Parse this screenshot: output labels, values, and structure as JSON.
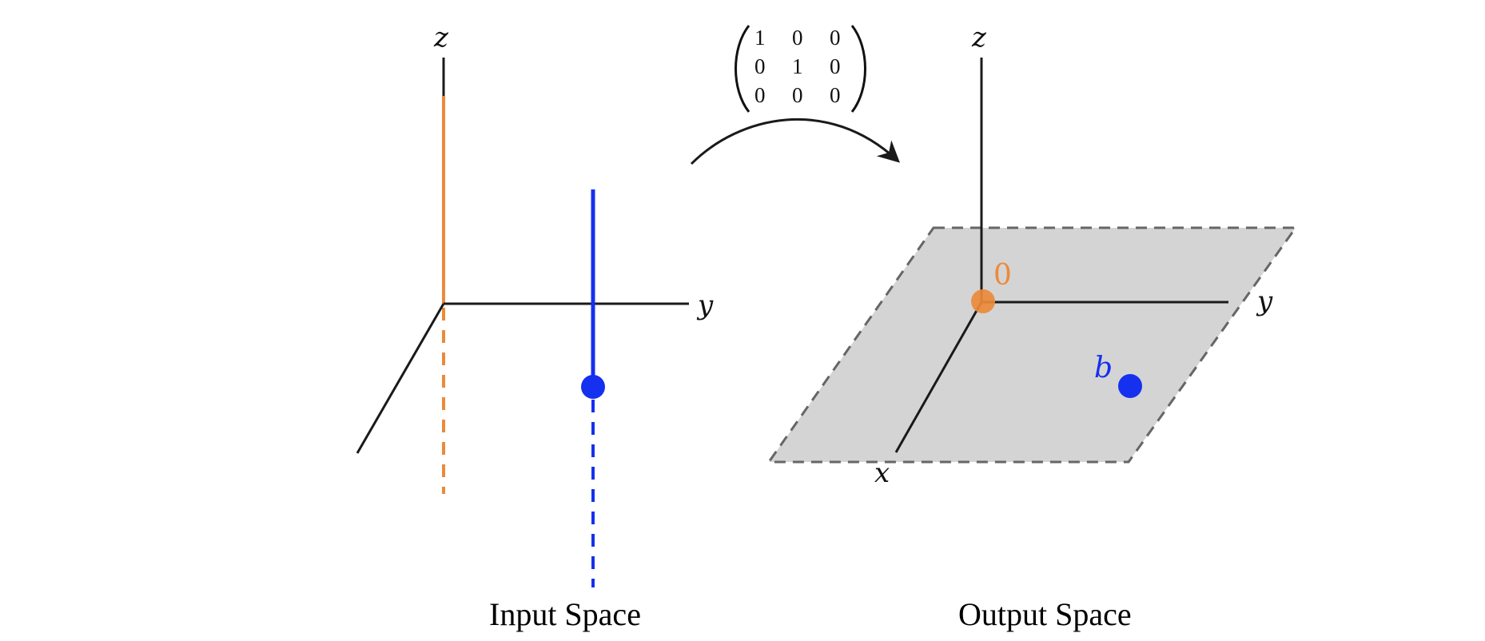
{
  "colors": {
    "axis": "#1a1a1a",
    "orange": "#ec8a3a",
    "blue": "#1530ee",
    "plane_fill": "#d4d4d4",
    "plane_border": "#666666"
  },
  "input_space": {
    "caption": "Input Space",
    "axis_labels": {
      "z": "z",
      "y": "y"
    }
  },
  "output_space": {
    "caption": "Output Space",
    "axis_labels": {
      "z": "z",
      "y": "y",
      "x": "x"
    },
    "origin_label": "0",
    "point_label": "b"
  },
  "matrix": {
    "rows": [
      [
        "1",
        "0",
        "0"
      ],
      [
        "0",
        "1",
        "0"
      ],
      [
        "0",
        "0",
        "0"
      ]
    ]
  }
}
